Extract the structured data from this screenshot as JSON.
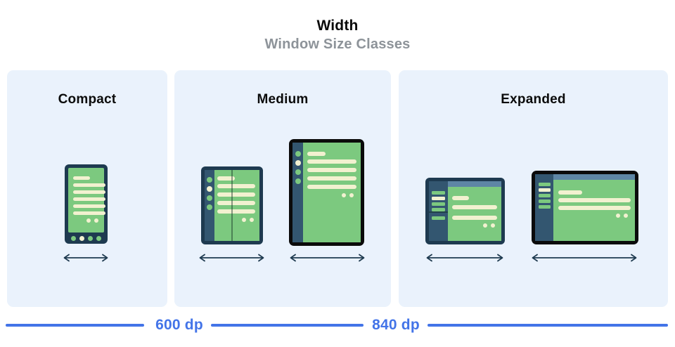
{
  "header": {
    "title": "Width",
    "subtitle": "Window Size Classes"
  },
  "panels": [
    {
      "id": "compact",
      "label": "Compact",
      "devices": [
        "phone-portrait"
      ]
    },
    {
      "id": "medium",
      "label": "Medium",
      "devices": [
        "foldable-portrait",
        "tablet-portrait"
      ]
    },
    {
      "id": "expanded",
      "label": "Expanded",
      "devices": [
        "foldable-landscape",
        "tablet-landscape"
      ]
    }
  ],
  "breakpoints": [
    {
      "label": "600 dp"
    },
    {
      "label": "840 dp"
    }
  ],
  "icons": {
    "width_arrow": "double-headed-horizontal-arrow"
  },
  "colors": {
    "panel_bg": "#EAF2FC",
    "frame_navy": "#1E3A50",
    "frame_black": "#0B0B0B",
    "rail_navy": "#335670",
    "screen_green": "#7CC97F",
    "content_cream": "#F2F1D0",
    "topbar_slate": "#5E86A5",
    "accent_blue": "#4374E8",
    "subtitle_gray": "#8D9399",
    "arrow_navy": "#1F3B50"
  }
}
